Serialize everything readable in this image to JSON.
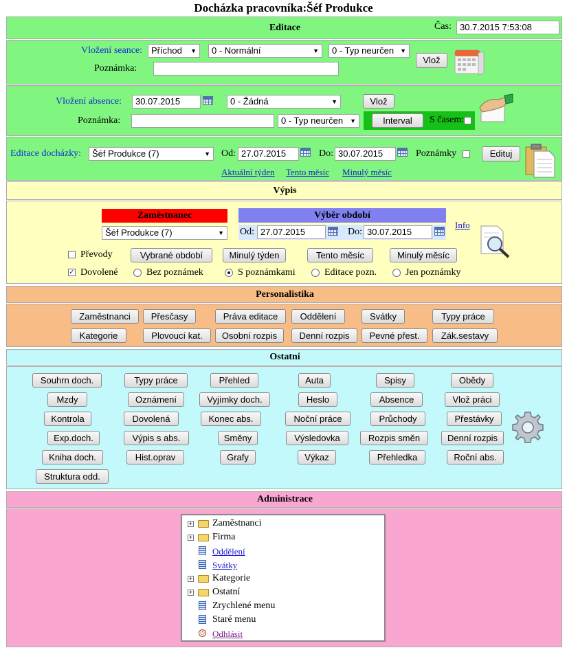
{
  "title": "Docházka pracovníka:Šéf Produkce",
  "editace": {
    "header": "Editace",
    "cas_label": "Čas:",
    "cas_value": "30.7.2015 7:53:08"
  },
  "seance": {
    "label": "Vložení seance:",
    "type_select": "Příchod",
    "mode_select": "0 - Normální",
    "kind_select": "0 - Typ neurčen",
    "note_label": "Poznámka:",
    "note_value": "",
    "insert_button": "Vlož"
  },
  "absence": {
    "label": "Vložení absence:",
    "date_value": "30.07.2015",
    "reason_select": "0 - Žádná",
    "insert_button": "Vlož",
    "note_label": "Poznámka:",
    "note_value": "",
    "kind_select": "0 - Typ neurčen",
    "interval_button": "Interval",
    "s_casem_label": "S časem:",
    "s_casem_checked": false
  },
  "editace_dochazky": {
    "label": "Editace docházky:",
    "employee_select": "Šéf Produkce (7)",
    "od_label": "Od:",
    "od_value": "27.07.2015",
    "do_label": "Do:",
    "do_value": "30.07.2015",
    "poznamky_label": "Poznámky",
    "poznamky_checked": false,
    "edit_button": "Edituj",
    "links": [
      "Aktuální týden",
      "Tento měsíc",
      "Minulý měsíc"
    ]
  },
  "vypis": {
    "header": "Výpis",
    "employee_header": "Zaměstnanec",
    "employee_select": "Šéf Produkce (7)",
    "period_header": "Výběr období",
    "od_label": "Od:",
    "od_value": "27.07.2015",
    "do_label": "Do:",
    "do_value": "30.07.2015",
    "info_link": "Info",
    "prevody_label": "Převody",
    "prevody_checked": false,
    "dovolene_label": "Dovolené",
    "dovolene_checked": true,
    "buttons": [
      "Vybrané období",
      "Minulý týden",
      "Tento měsíc",
      "Minulý měsíc"
    ],
    "radios": [
      {
        "label": "Bez poznámek",
        "selected": false
      },
      {
        "label": "S poznámkami",
        "selected": true
      },
      {
        "label": "Editace pozn.",
        "selected": false
      },
      {
        "label": "Jen poznámky",
        "selected": false
      }
    ]
  },
  "personalistika": {
    "header": "Personalistika",
    "buttons": [
      "Zaměstnanci",
      "Přesčasy",
      "Práva editace",
      "Oddělení",
      "Svátky",
      "Typy práce",
      "Kategorie",
      "Plovoucí kat.",
      "Osobní rozpis",
      "Denní rozpis",
      "Pevné přest.",
      "Zák.sestavy"
    ]
  },
  "ostatni": {
    "header": "Ostatní",
    "buttons": [
      "Souhrn doch.",
      "Typy práce",
      "Přehled",
      "Auta",
      "Spisy",
      "Obědy",
      "Mzdy",
      "Oznámení",
      "Vyjímky doch.",
      "Heslo",
      "Absence",
      "Vlož práci",
      "Kontrola",
      "Dovolená",
      "Konec abs.",
      "Noční práce",
      "Průchody",
      "Přestávky",
      "Exp.doch.",
      "Výpis s abs.",
      "Směny",
      "Výsledovka",
      "Rozpis směn",
      "Denní rozpis",
      "Kniha doch.",
      "Hist.oprav",
      "Grafy",
      "Výkaz",
      "Přehledka",
      "Roční abs.",
      "Struktura odd."
    ]
  },
  "administrace": {
    "header": "Administrace",
    "tree": [
      {
        "label": "Zaměstnanci",
        "kind": "folder"
      },
      {
        "label": "Firma",
        "kind": "folder"
      },
      {
        "label": "Oddělení",
        "kind": "link"
      },
      {
        "label": "Svátky",
        "kind": "link"
      },
      {
        "label": "Kategorie",
        "kind": "folder"
      },
      {
        "label": "Ostatní",
        "kind": "folder"
      },
      {
        "label": "Zrychlené menu",
        "kind": "page"
      },
      {
        "label": "Staré menu",
        "kind": "page"
      },
      {
        "label": "Odhlásit",
        "kind": "logout"
      }
    ]
  }
}
